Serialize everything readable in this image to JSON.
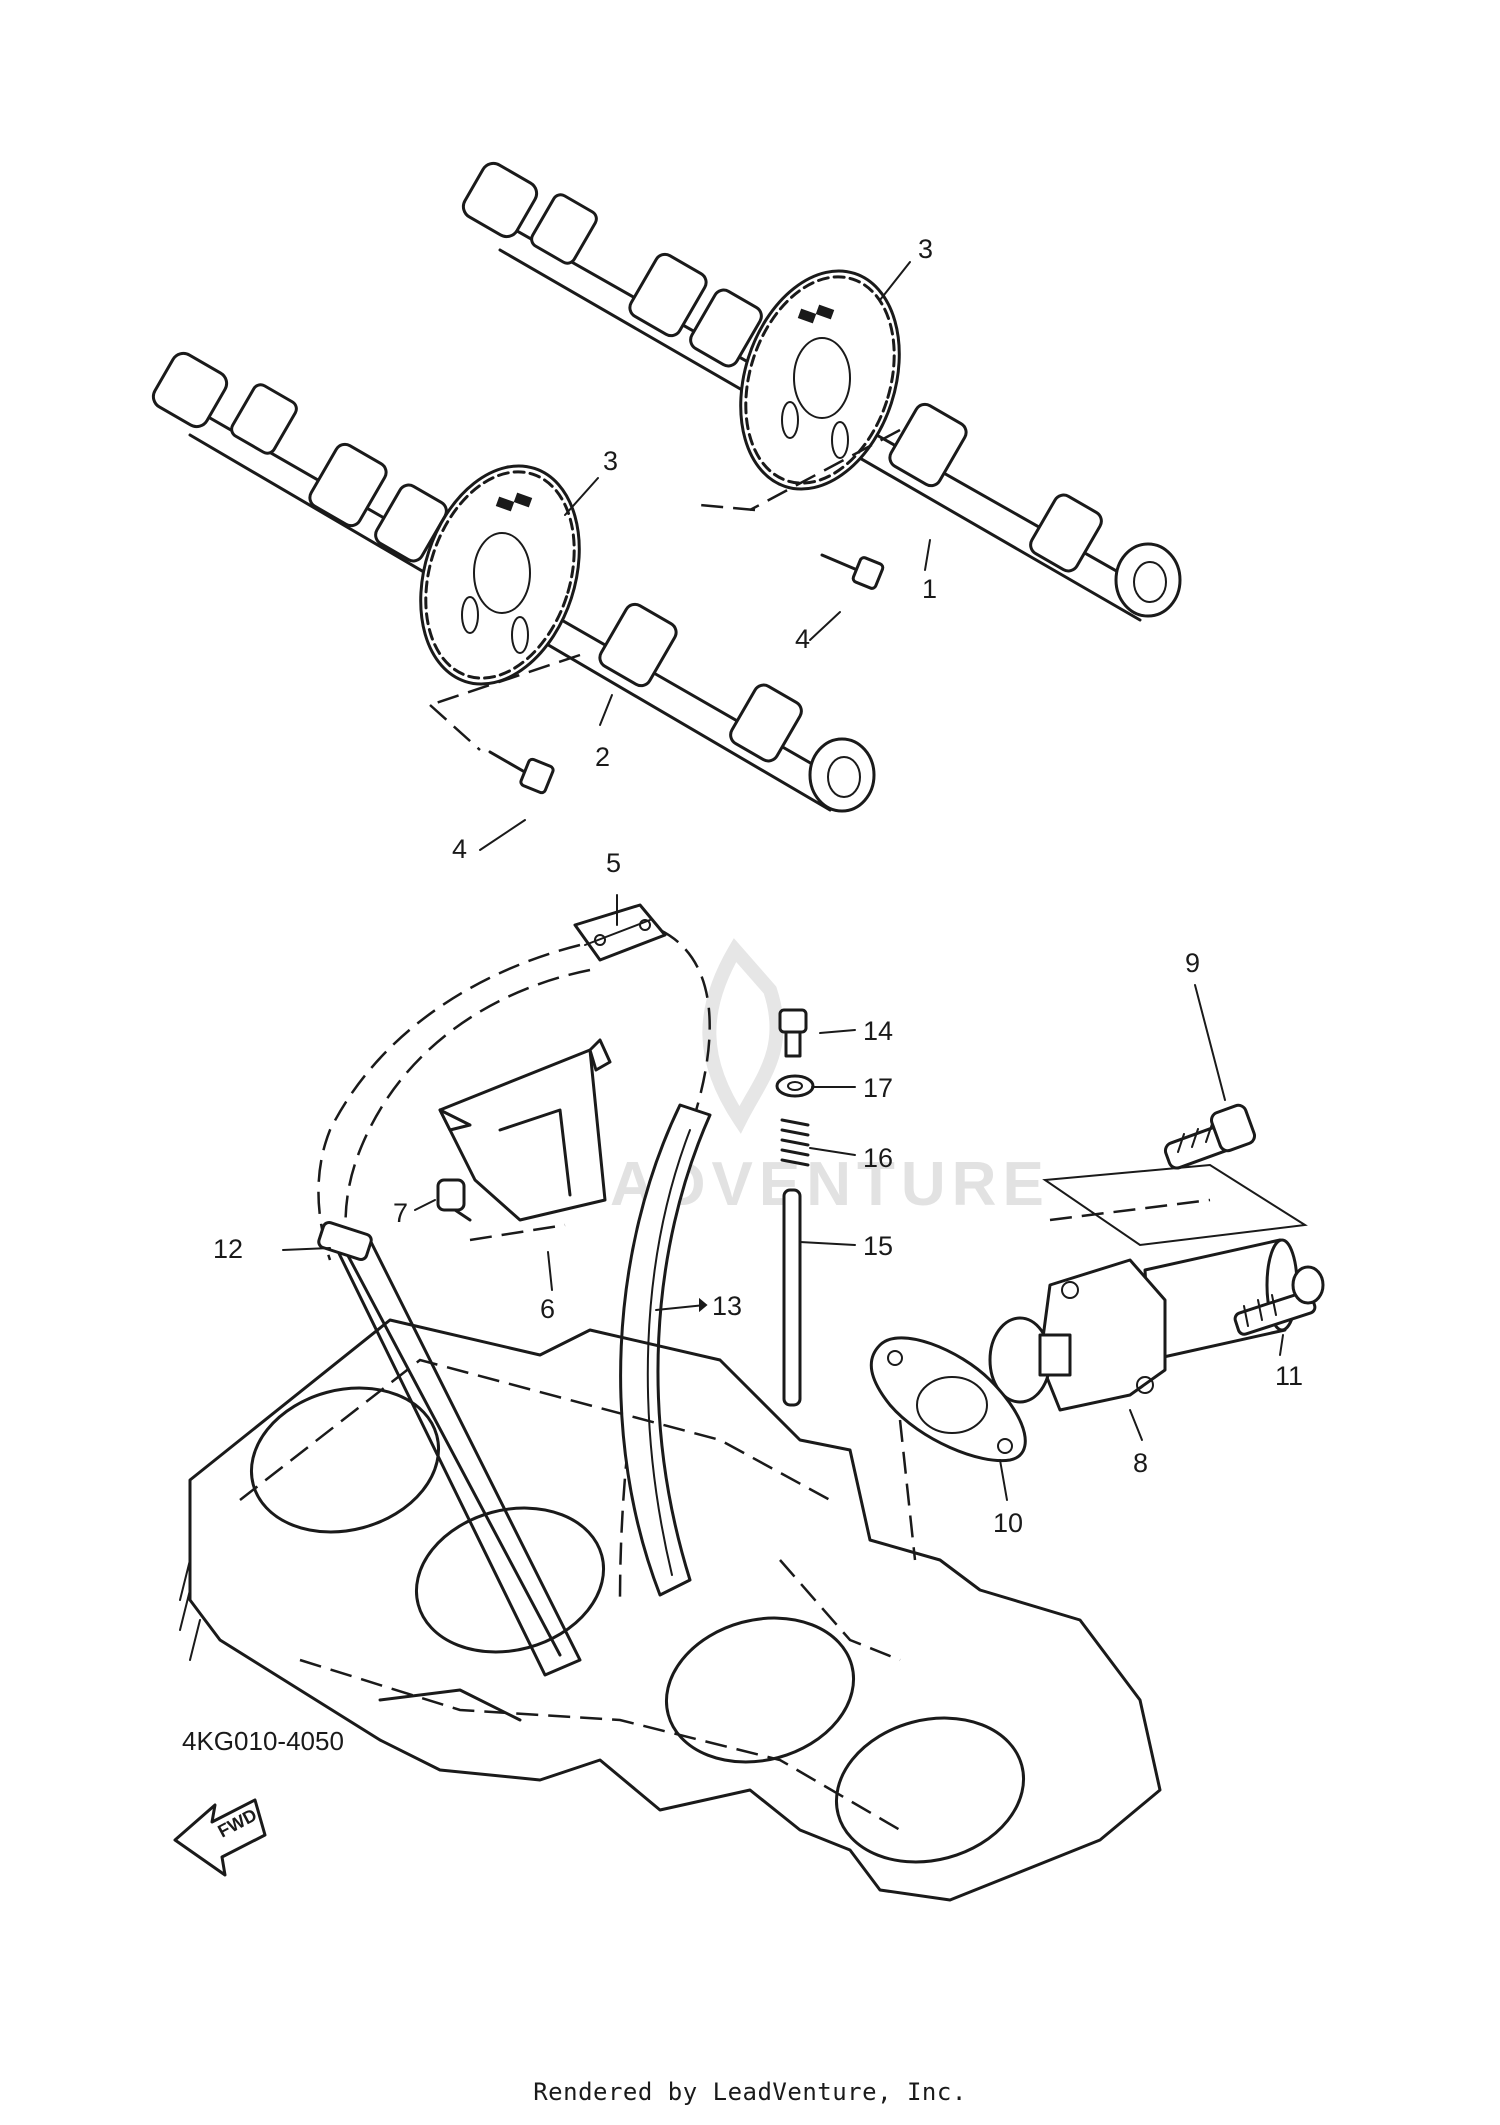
{
  "diagram": {
    "code": "4KG010-4050",
    "fwd_label": "FWD",
    "watermark": "ADVENTURE",
    "credit": "Rendered by LeadVenture, Inc.",
    "callouts": [
      "1",
      "2",
      "3",
      "3",
      "4",
      "4",
      "5",
      "6",
      "7",
      "8",
      "9",
      "10",
      "11",
      "12",
      "13",
      "14",
      "15",
      "16",
      "17"
    ]
  }
}
